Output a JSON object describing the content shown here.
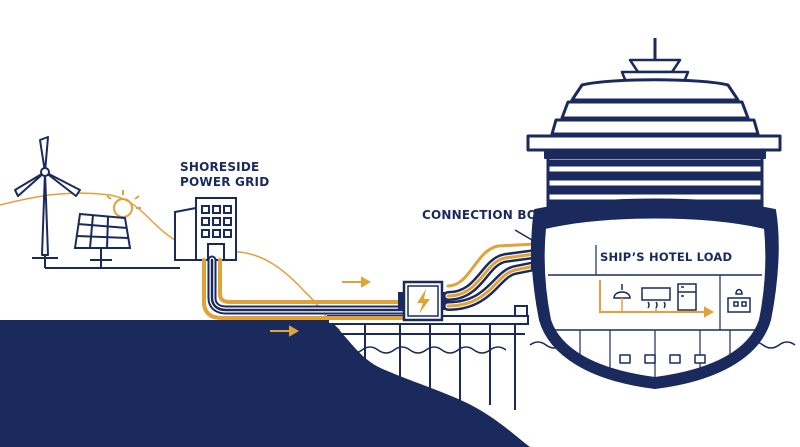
{
  "labels": {
    "grid_line1": "SHORESIDE",
    "grid_line2": "POWER GRID",
    "connection_box": "CONNECTION BOX",
    "hotel_load": "SHIP’S HOTEL LOAD"
  },
  "icons": [
    "wind-turbine-icon",
    "solar-panel-icon",
    "sun-icon",
    "power-grid-building-icon",
    "connection-box-icon",
    "lightning-bolt-icon",
    "cruise-ship-icon",
    "ceiling-lamp-icon",
    "air-conditioner-icon",
    "refrigerator-icon",
    "kitchen-appliance-icon",
    "flow-arrow-icon"
  ],
  "colors": {
    "navy": "#1a2a5c",
    "orange": "#e0a23a",
    "white": "#ffffff"
  }
}
